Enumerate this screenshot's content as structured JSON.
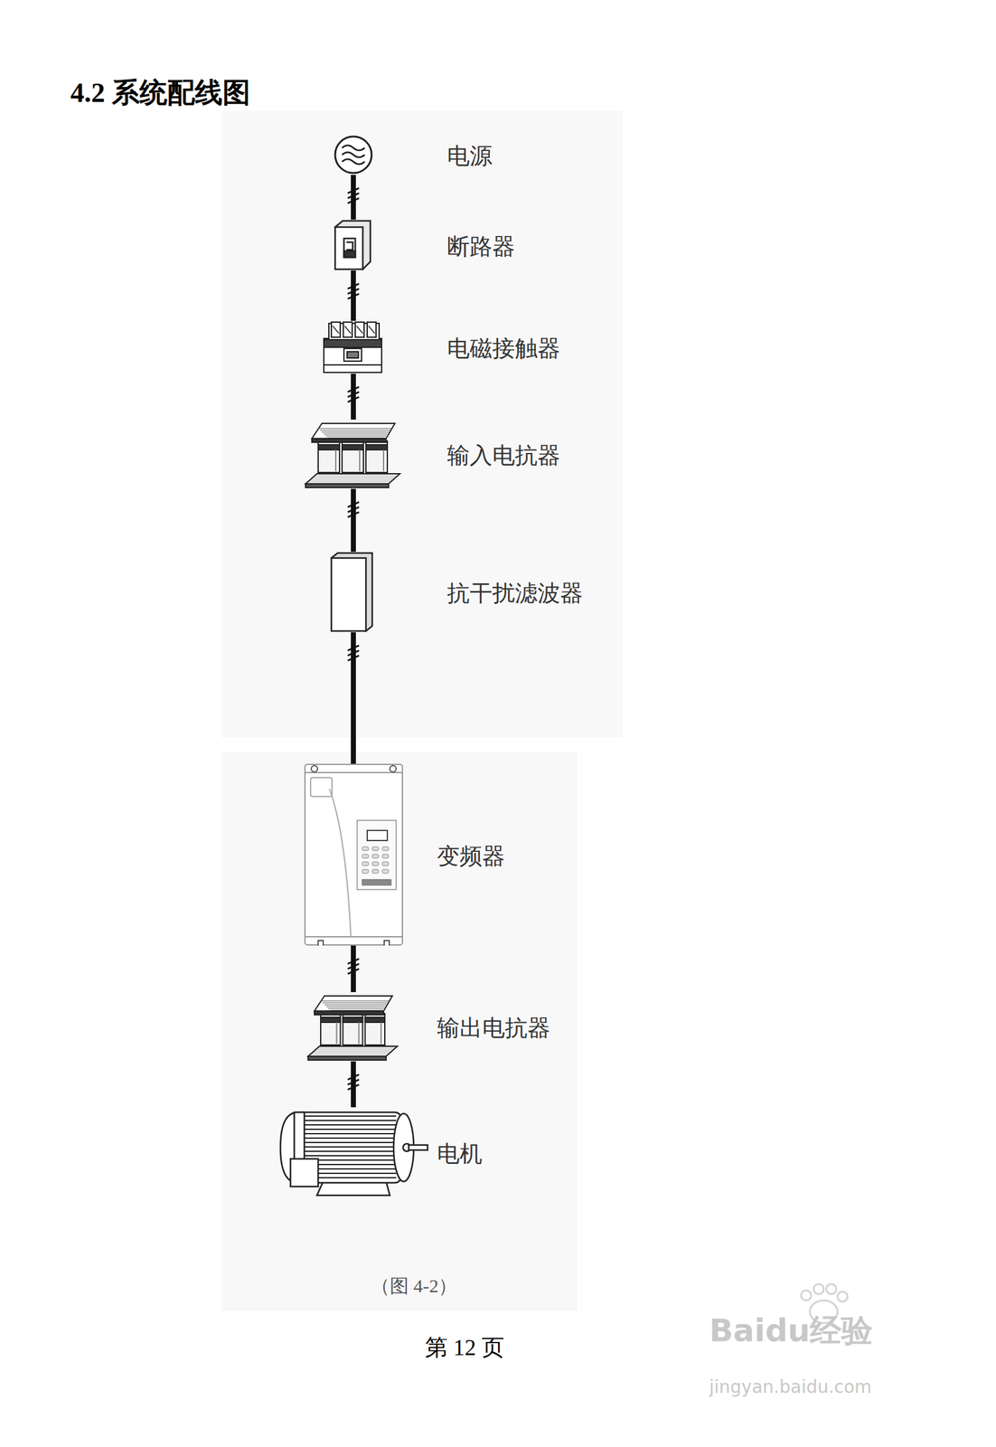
{
  "diagram": {
    "title": "4.2  系统配线图",
    "caption": "（图 4-2）",
    "nodes": [
      {
        "text": [
          "电源"
        ]
      },
      {
        "text": [
          "断路器"
        ]
      },
      {
        "text": [
          "电磁接触器"
        ]
      },
      {
        "text": [
          "输入电抗器"
        ]
      },
      {
        "text": [
          "抗干扰滤波器"
        ]
      },
      {
        "text": [
          "变频器"
        ]
      },
      {
        "text": [
          "输出电抗器"
        ]
      },
      {
        "text": [
          "电机"
        ]
      }
    ],
    "edges": [
      {
        "from": 0,
        "to": 1,
        "arrow": "none"
      },
      {
        "from": 1,
        "to": 2,
        "arrow": "none"
      },
      {
        "from": 2,
        "to": 3,
        "arrow": "none"
      },
      {
        "from": 3,
        "to": 4,
        "arrow": "none"
      },
      {
        "from": 4,
        "to": 5,
        "arrow": "none"
      },
      {
        "from": 5,
        "to": 6,
        "arrow": "none"
      },
      {
        "from": 6,
        "to": 7,
        "arrow": "none"
      }
    ],
    "labels": [
      "第 12 页",
      "Baidu经验",
      "jingyan.baidu.com"
    ]
  }
}
